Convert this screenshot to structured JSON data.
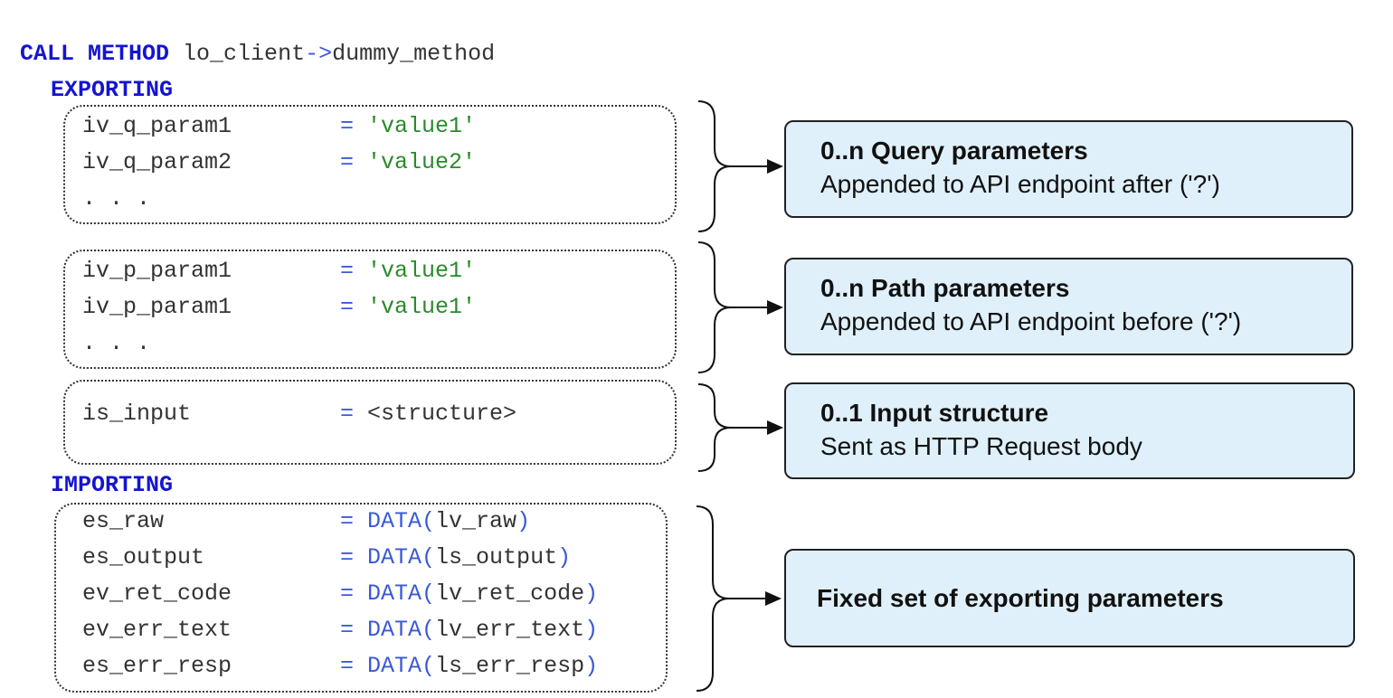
{
  "header": {
    "call_kw": "CALL METHOD",
    "obj": "lo_client",
    "arrow": "->",
    "method": "dummy_method"
  },
  "sections": {
    "exporting": "EXPORTING",
    "importing": "IMPORTING"
  },
  "query_params": [
    {
      "name": "iv_q_param1",
      "eq": "=",
      "value": "'value1'"
    },
    {
      "name": "iv_q_param2",
      "eq": "=",
      "value": "'value2'"
    }
  ],
  "path_params": [
    {
      "name": "iv_p_param1",
      "eq": "=",
      "value": "'value1'"
    },
    {
      "name": "iv_p_param1",
      "eq": "=",
      "value": "'value1'"
    }
  ],
  "ellipsis": ". . .",
  "input": {
    "name": "is_input",
    "eq": "=",
    "value": "<structure>"
  },
  "importing_params": [
    {
      "name": "es_raw",
      "eq": "=",
      "fn": "DATA(",
      "arg": "lv_raw",
      "close": ")"
    },
    {
      "name": "es_output",
      "eq": "=",
      "fn": "DATA(",
      "arg": "ls_output",
      "close": ")"
    },
    {
      "name": "ev_ret_code",
      "eq": "=",
      "fn": "DATA(",
      "arg": "lv_ret_code",
      "close": ")"
    },
    {
      "name": "ev_err_text",
      "eq": "=",
      "fn": "DATA(",
      "arg": "lv_err_text",
      "close": ")"
    },
    {
      "name": "es_err_resp",
      "eq": "=",
      "fn": "DATA(",
      "arg": "ls_err_resp",
      "close": ")"
    }
  ],
  "callouts": {
    "query": {
      "title": "0..n Query parameters",
      "sub": "Appended to API endpoint after ('?')"
    },
    "path": {
      "title": "0..n Path parameters",
      "sub": "Appended to API endpoint before ('?')"
    },
    "input": {
      "title": "0..1 Input structure",
      "sub": "Sent as HTTP Request body"
    },
    "exporting": {
      "title": "Fixed set of exporting parameters"
    }
  }
}
